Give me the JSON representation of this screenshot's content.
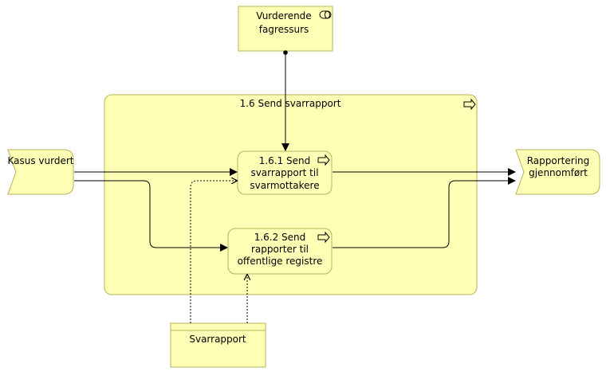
{
  "diagram": {
    "role": "Vurderende fagressurs",
    "process_group": "1.6 Send svarrapport",
    "process_1": [
      "1.6.1 Send",
      "svarrapport til",
      "svarmottakere"
    ],
    "process_2": [
      "1.6.2 Send",
      "rapporter til",
      "offentlige registre"
    ],
    "event_start": "Kasus vurdert",
    "event_end": [
      "Rapportering",
      "gjennomført"
    ],
    "data_object": "Svarrapport"
  }
}
